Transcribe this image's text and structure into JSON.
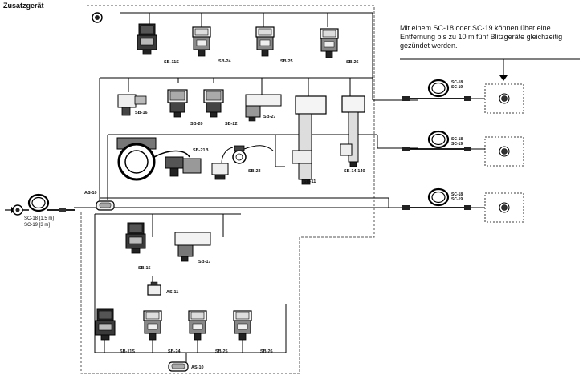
{
  "title": "Zusatzgerät",
  "note": "Mit einem SC-18 oder SC-19 können über eine Entfernung bis zu 10 m fünf Blitzgeräte gleichzeitig gezündet werden.",
  "camera_cable": {
    "line1": "SC-18 [1,5 m]",
    "line2": "SC-19 [3 m]"
  },
  "labels": {
    "sb11s_top": "SB-11S",
    "sb24_top": "SB-24",
    "sb25_top": "SB-25",
    "sb26_top": "SB-26",
    "sb16": "SB-16",
    "sb20": "SB-20",
    "sb22": "SB-22",
    "sb27": "SB-27",
    "sb21b": "SB-21B",
    "sb23": "SB-23",
    "sb11": "SB-11",
    "sb14_140": "SB-14·140",
    "as10_top": "AS-10",
    "sb15": "SB-15",
    "sb17": "SB-17",
    "as11": "AS-11",
    "sb11s_bottom": "SB-11S",
    "sb24_bottom": "SB-24",
    "sb25_bottom": "SB-25",
    "sb26_bottom": "SB-26",
    "as10_bottom": "AS-10"
  },
  "remote_cables": [
    {
      "line1": "SC-18",
      "line2": "SC-19"
    },
    {
      "line1": "SC-18",
      "line2": "SC-19"
    },
    {
      "line1": "SC-18",
      "line2": "SC-19"
    }
  ]
}
